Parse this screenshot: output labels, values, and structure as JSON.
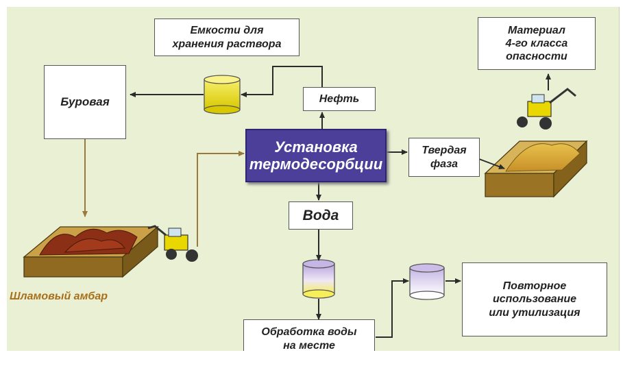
{
  "nodes": {
    "storage": "Емкости для\nхранения раствора",
    "rig": "Буровая",
    "oil": "Нефть",
    "installation": "Установка\nтермодесорбции",
    "solid": "Твердая\nфаза",
    "material": "Материал\n4-го класса\nопасности",
    "water": "Вода",
    "treatment": "Обработка воды\nна месте",
    "reuse": "Повторное\nиспользование\nили утилизация",
    "amber": "Шламовый амбар"
  },
  "icons": [
    "storage-tank-icon",
    "water-tank-icon",
    "clean-water-tank-icon",
    "excavator-icon",
    "sludge-pit-icon",
    "soil-pile-icon"
  ],
  "colors": {
    "background": "#e9f0d3",
    "installation": "#4b3f9a",
    "amber_text": "#a86e1a",
    "brown_arrow": "#9a7a3a"
  }
}
